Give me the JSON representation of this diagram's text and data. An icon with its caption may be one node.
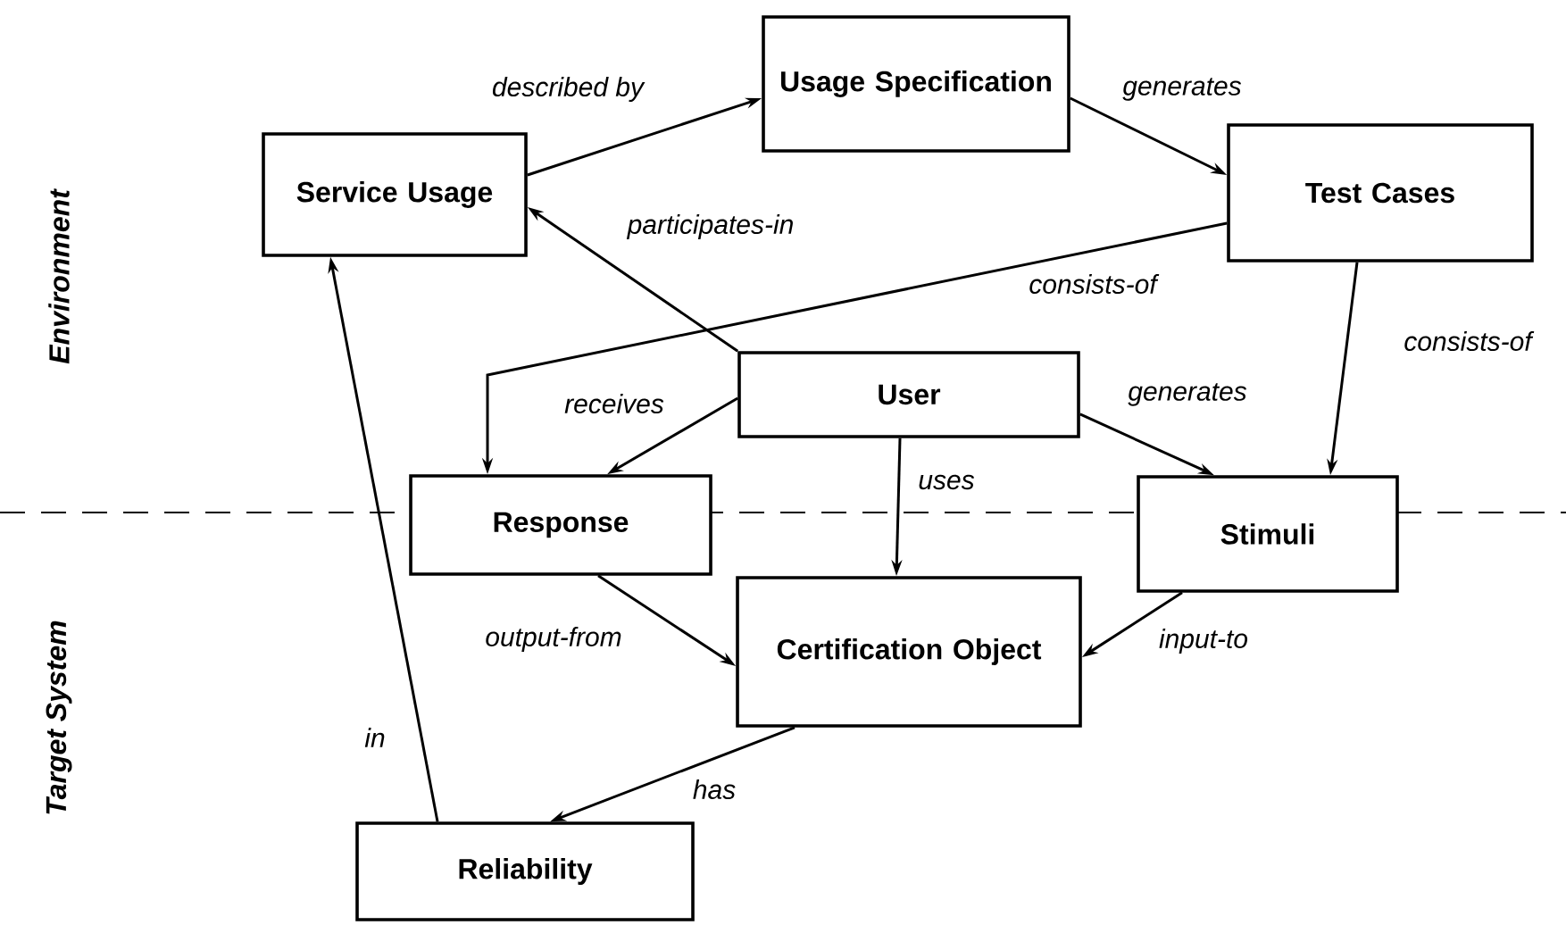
{
  "diagram": {
    "nodes": [
      {
        "text": [
          "Usage Specification"
        ]
      },
      {
        "text": [
          "Service Usage"
        ]
      },
      {
        "text": [
          "Test Cases"
        ]
      },
      {
        "text": [
          "User"
        ]
      },
      {
        "text": [
          "Response"
        ]
      },
      {
        "text": [
          "Stimuli"
        ]
      },
      {
        "text": [
          "Certification Object"
        ]
      },
      {
        "text": [
          "Reliability"
        ]
      }
    ],
    "edges": [
      {
        "from": 1,
        "to": 0,
        "arrow": "to",
        "label": "described by"
      },
      {
        "from": 0,
        "to": 2,
        "arrow": "to",
        "label": "generates"
      },
      {
        "from": 3,
        "to": 1,
        "arrow": "to",
        "label": "participates-in"
      },
      {
        "from": 2,
        "to": 4,
        "arrow": "to",
        "label": "consists-of"
      },
      {
        "from": 2,
        "to": 5,
        "arrow": "to",
        "label": "consists-of"
      },
      {
        "from": 3,
        "to": 4,
        "arrow": "to",
        "label": "receives"
      },
      {
        "from": 3,
        "to": 5,
        "arrow": "to",
        "label": "generates"
      },
      {
        "from": 3,
        "to": 6,
        "arrow": "to",
        "label": "uses"
      },
      {
        "from": 4,
        "to": 6,
        "arrow": "to",
        "label": "output-from"
      },
      {
        "from": 5,
        "to": 6,
        "arrow": "to",
        "label": "input-to"
      },
      {
        "from": 6,
        "to": 7,
        "arrow": "to",
        "label": "has"
      },
      {
        "from": 7,
        "to": 1,
        "arrow": "to",
        "label": "in"
      }
    ],
    "labels": [
      "Environment",
      "Target System"
    ]
  }
}
